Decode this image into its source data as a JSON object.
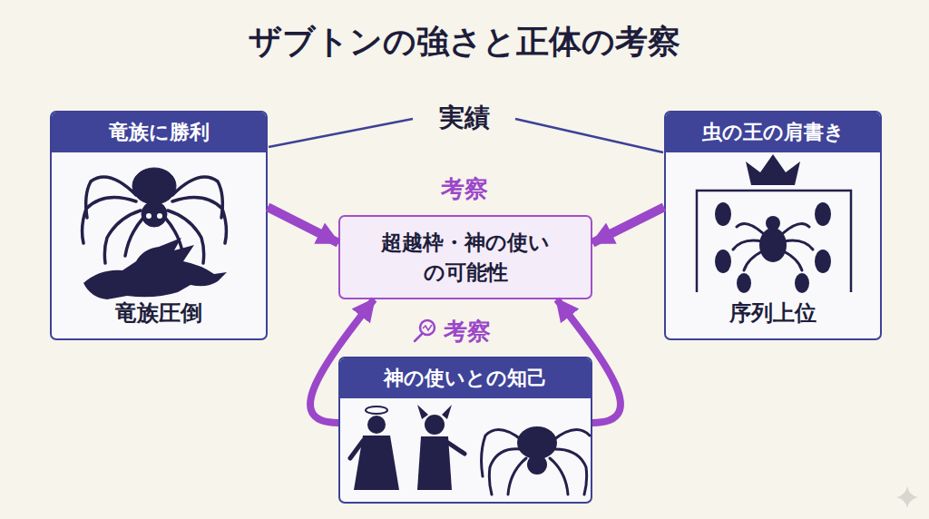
{
  "diagram": {
    "title": "ザブトンの強さと正体の考察",
    "nodes": [
      {
        "text": [
          "竜族に勝利",
          "竜族圧倒"
        ]
      },
      {
        "text": [
          "虫の王の肩書き",
          "序列上位"
        ]
      },
      {
        "text": [
          "超越枠・神の使いの可能性"
        ]
      },
      {
        "text": [
          "神の使いとの知己"
        ]
      }
    ],
    "edges": [
      {
        "from": 0,
        "to": 2,
        "arrow": "to"
      },
      {
        "from": 1,
        "to": 2,
        "arrow": "to"
      },
      {
        "from": 3,
        "to": 2,
        "arrow": "to"
      },
      {
        "from": 3,
        "to": 2,
        "arrow": "to"
      }
    ],
    "labels": [
      "実績",
      "考察",
      "考察"
    ]
  }
}
